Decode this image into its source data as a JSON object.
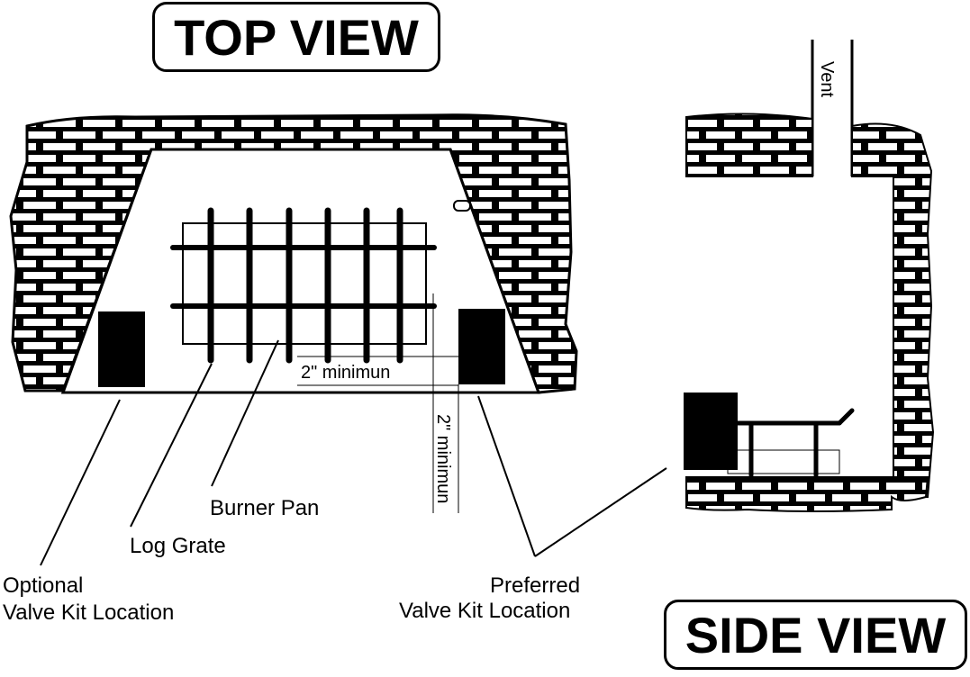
{
  "titles": {
    "top_view": "TOP VIEW",
    "side_view": "SIDE VIEW"
  },
  "labels": {
    "burner_pan": "Burner Pan",
    "log_grate": "Log Grate",
    "optional_line1": "Optional",
    "optional_line2": "Valve Kit Location",
    "preferred_line1": "Preferred",
    "preferred_line2": "Valve Kit Location",
    "min_horizontal": "2\" minimun",
    "min_vertical": "2\" minimun",
    "vent": "Vent"
  },
  "colors": {
    "ink": "#000000",
    "paper": "#ffffff"
  }
}
